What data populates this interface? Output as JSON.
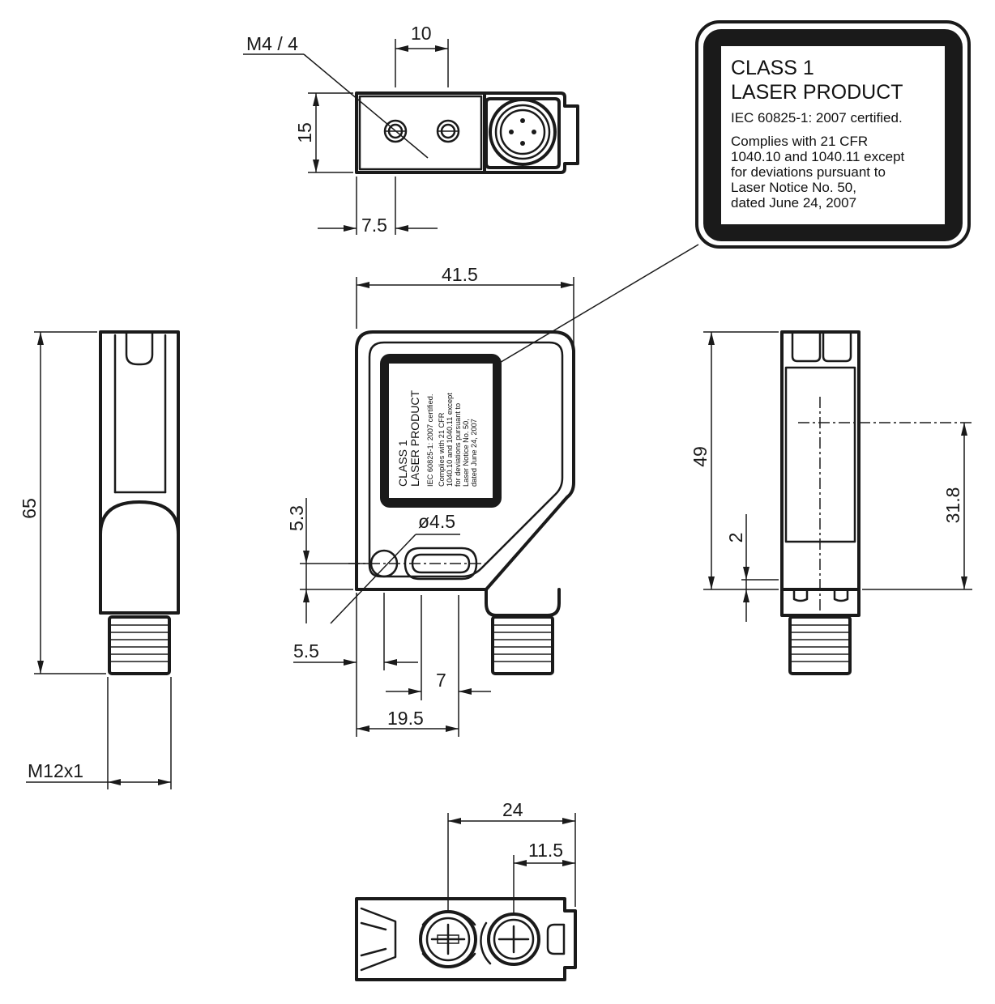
{
  "drawing": {
    "title": "Laser sensor dimensional drawing"
  },
  "dimensions": {
    "thread_top": "M4 / 4",
    "top_width": "10",
    "top_height": "15",
    "top_offset": "7.5",
    "front_width": "41.5",
    "hole_diameter": "ø4.5",
    "hole_height": "5.3",
    "hole_offset": "5.5",
    "slot_width": "7",
    "slot_offset": "19.5",
    "side_height": "65",
    "connector_thread": "M12x1",
    "right_height": "49",
    "axis_height": "31.8",
    "base_offset": "2",
    "bottom_width": "24",
    "bottom_offset": "11.5"
  },
  "label_big": {
    "line1": "CLASS 1",
    "line2": "LASER PRODUCT",
    "line3": "IEC 60825-1: 2007 certified.",
    "line4": "Complies with 21 CFR",
    "line5": "1040.10 and 1040.11 except",
    "line6": "for deviations pursuant to",
    "line7": "Laser Notice No. 50,",
    "line8": "dated June 24, 2007"
  },
  "label_small": {
    "line1": "CLASS 1",
    "line2": "LASER PRODUCT",
    "line3": "IEC 60825-1: 2007 certified.",
    "line4": "Complies with 21 CFR",
    "line5": "1040.10 and 1040.11 except",
    "line6": "for deviations pursuant to",
    "line7": "Laser Notice No. 50,",
    "line8": "dated June 24, 2007"
  }
}
